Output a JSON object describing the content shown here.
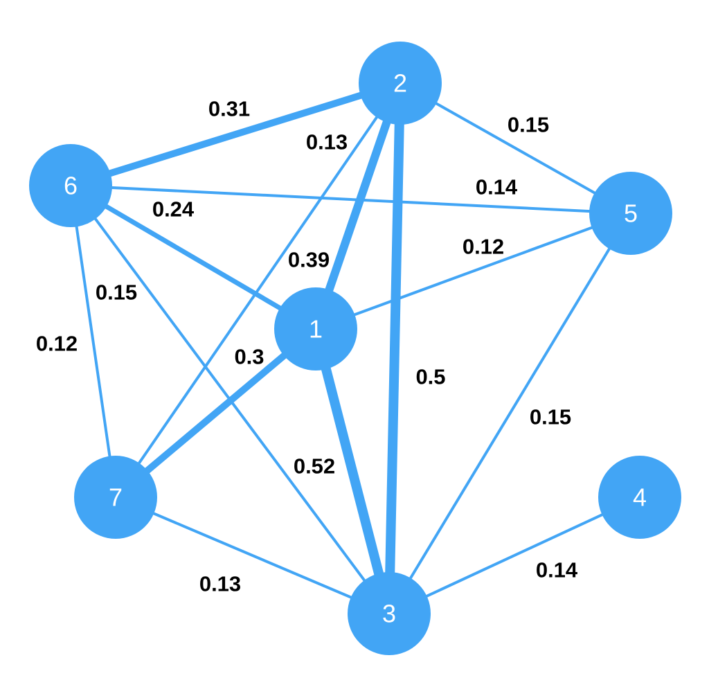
{
  "graph": {
    "color": "#42A5F5",
    "label_color": "#000000",
    "node_text_color": "#FFFFFF",
    "nodes": [
      {
        "id": "1",
        "label": "1"
      },
      {
        "id": "2",
        "label": "2"
      },
      {
        "id": "3",
        "label": "3"
      },
      {
        "id": "4",
        "label": "4"
      },
      {
        "id": "5",
        "label": "5"
      },
      {
        "id": "6",
        "label": "6"
      },
      {
        "id": "7",
        "label": "7"
      }
    ],
    "edges": [
      {
        "source": "2",
        "target": "6",
        "weight": 0.31,
        "label": "0.31"
      },
      {
        "source": "2",
        "target": "7",
        "weight": 0.13,
        "label": "0.13"
      },
      {
        "source": "2",
        "target": "5",
        "weight": 0.15,
        "label": "0.15"
      },
      {
        "source": "6",
        "target": "5",
        "weight": 0.14,
        "label": "0.14"
      },
      {
        "source": "6",
        "target": "1",
        "weight": 0.24,
        "label": "0.24"
      },
      {
        "source": "1",
        "target": "5",
        "weight": 0.12,
        "label": "0.12"
      },
      {
        "source": "1",
        "target": "2",
        "weight": 0.39,
        "label": "0.39"
      },
      {
        "source": "6",
        "target": "3",
        "weight": 0.15,
        "label": "0.15"
      },
      {
        "source": "6",
        "target": "7",
        "weight": 0.12,
        "label": "0.12"
      },
      {
        "source": "1",
        "target": "7",
        "weight": 0.3,
        "label": "0.3"
      },
      {
        "source": "2",
        "target": "3",
        "weight": 0.5,
        "label": "0.5"
      },
      {
        "source": "5",
        "target": "3",
        "weight": 0.15,
        "label": "0.15"
      },
      {
        "source": "1",
        "target": "3",
        "weight": 0.52,
        "label": "0.52"
      },
      {
        "source": "7",
        "target": "3",
        "weight": 0.13,
        "label": "0.13"
      },
      {
        "source": "4",
        "target": "3",
        "weight": 0.14,
        "label": "0.14"
      }
    ]
  }
}
